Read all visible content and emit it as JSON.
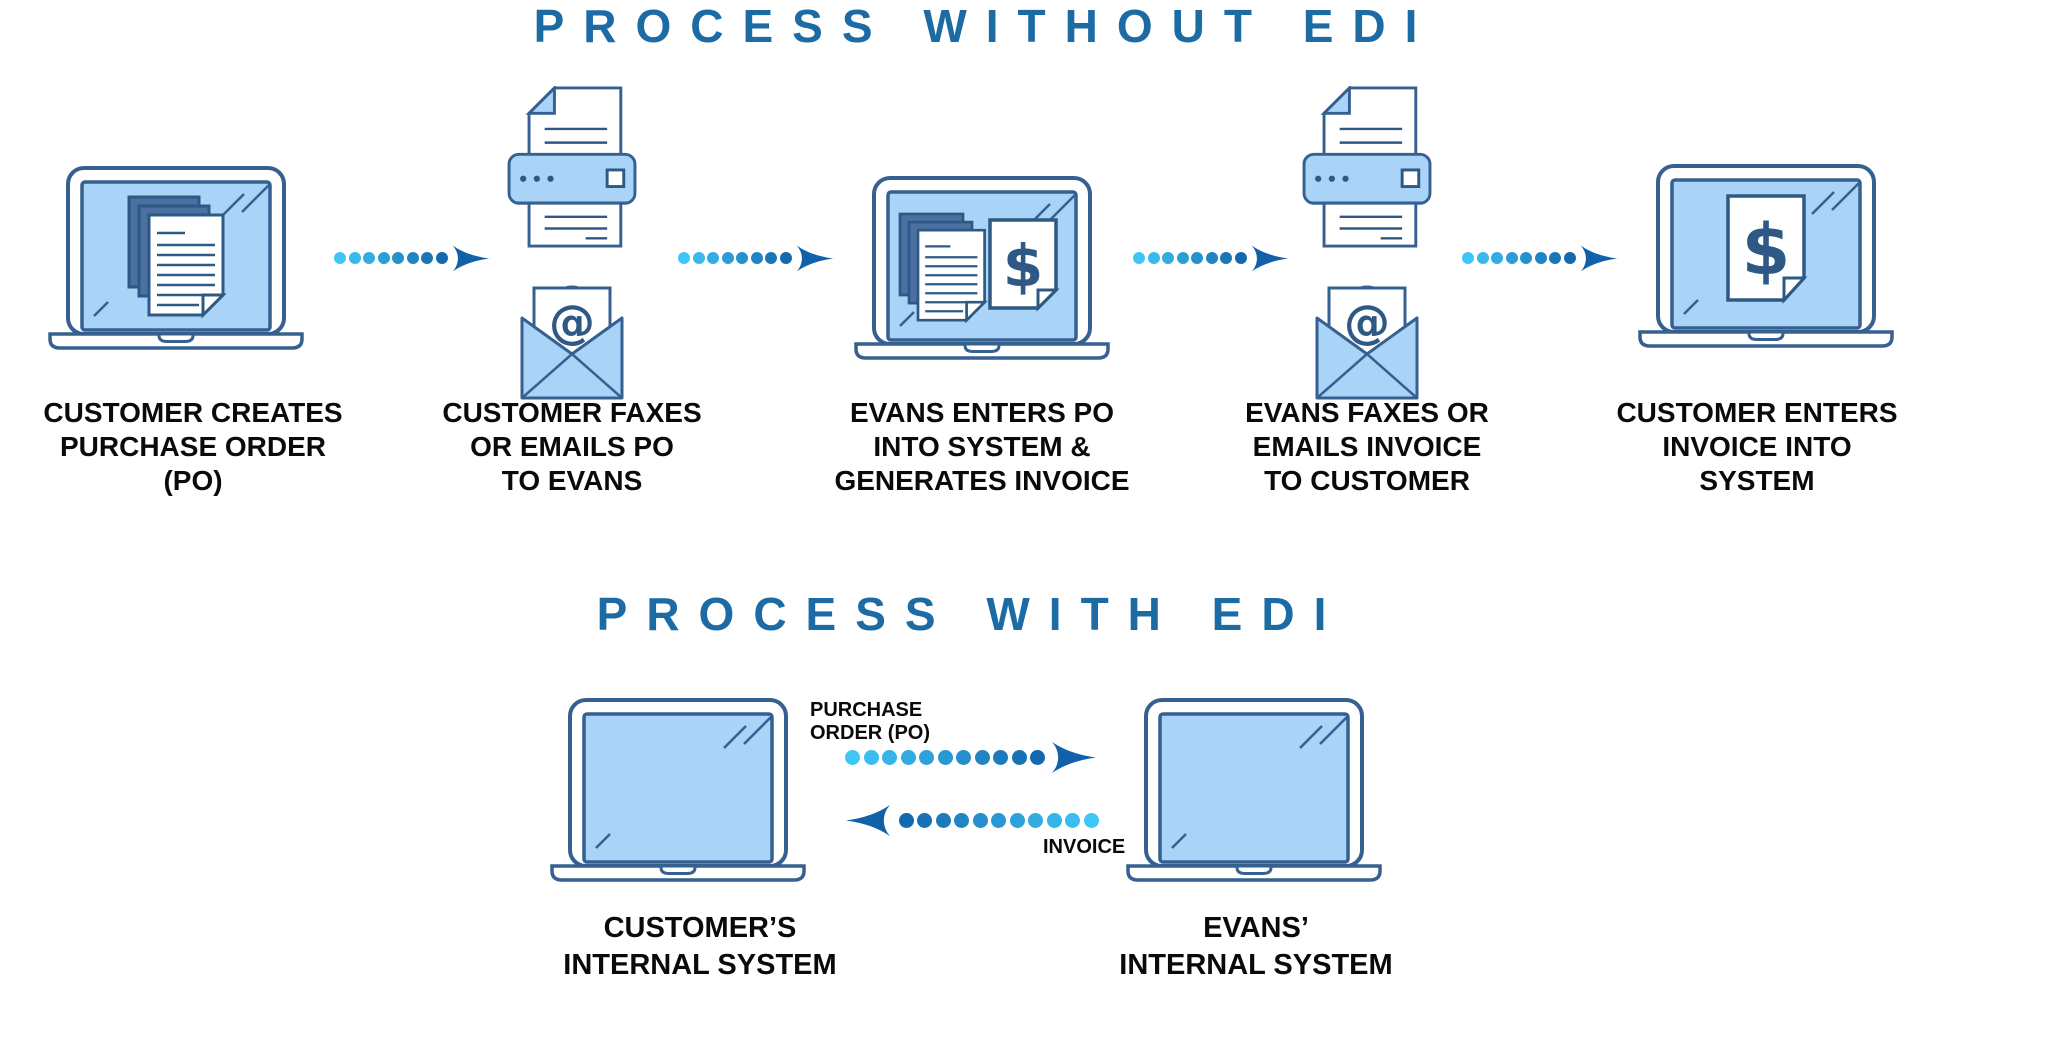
{
  "colors": {
    "title_blue": "#1C6BA4",
    "outline_blue": "#35608F",
    "navy": "#2E5984",
    "light_blue": "#A9D4F8",
    "mid_blue": "#4B70A1",
    "arrow_tail": "#3EC7F6",
    "arrow_head": "#1160A8",
    "text_black": "#0A0A0A",
    "white": "#FFFFFF"
  },
  "without_edi": {
    "title": "PROCESS WITHOUT EDI",
    "steps": [
      {
        "icon": "laptop-documents",
        "label": "CUSTOMER CREATES\nPURCHASE ORDER\n(PO)"
      },
      {
        "icon": "fax-printer-email-envelope",
        "label": "CUSTOMER FAXES\nOR EMAILS PO\nTO EVANS"
      },
      {
        "icon": "laptop-documents-invoice",
        "label": "EVANS ENTERS PO\nINTO SYSTEM &\nGENERATES INVOICE"
      },
      {
        "icon": "fax-printer-email-envelope",
        "label": "EVANS FAXES OR\nEMAILS INVOICE\nTO CUSTOMER"
      },
      {
        "icon": "laptop-invoice",
        "label": "CUSTOMER ENTERS\nINVOICE INTO\nSYSTEM"
      }
    ],
    "arrow": {
      "dot_count": 8,
      "direction": "right"
    }
  },
  "with_edi": {
    "title": "PROCESS WITH EDI",
    "po_flow_label": "PURCHASE\nORDER (PO)",
    "invoice_flow_label": "INVOICE",
    "left_system_label": "CUSTOMER’S\nINTERNAL SYSTEM",
    "right_system_label": "EVANS’\nINTERNAL SYSTEM",
    "po_arrow": {
      "dot_count": 11,
      "direction": "right"
    },
    "invoice_arrow": {
      "dot_count": 11,
      "direction": "left"
    }
  }
}
